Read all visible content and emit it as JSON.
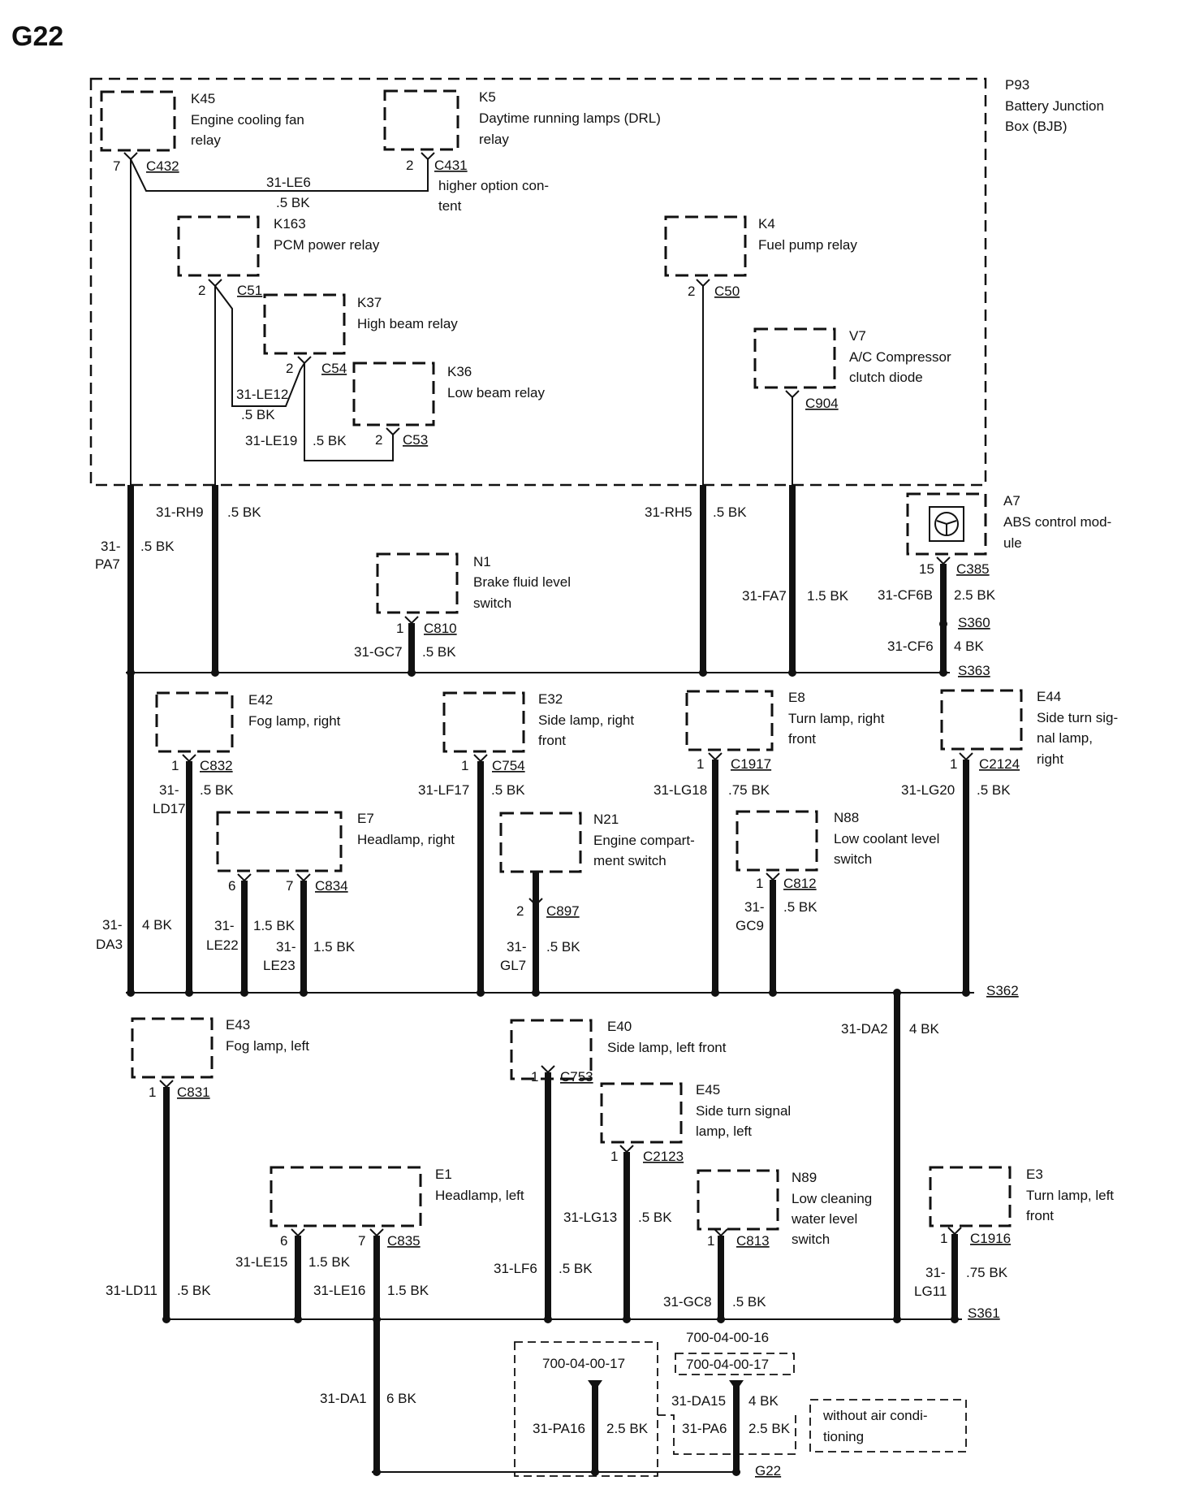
{
  "page": {
    "title": "G22"
  },
  "bjb": {
    "id": "P93",
    "name_line1": "Battery Junction",
    "name_line2": "Box (BJB)"
  },
  "components": {
    "k45": {
      "id": "K45",
      "line1": "Engine cooling fan",
      "line2": "relay",
      "pin": "7",
      "conn": "C432"
    },
    "k5": {
      "id": "K5",
      "line1": "Daytime running lamps (DRL)",
      "line2": "relay",
      "pin": "2",
      "conn": "C431"
    },
    "k163": {
      "id": "K163",
      "line1": "PCM power relay",
      "pin": "2",
      "conn": "C51"
    },
    "k4": {
      "id": "K4",
      "line1": "Fuel pump relay",
      "pin": "2",
      "conn": "C50"
    },
    "k37": {
      "id": "K37",
      "line1": "High beam relay",
      "pin": "2",
      "conn": "C54"
    },
    "k36": {
      "id": "K36",
      "line1": "Low beam relay",
      "pin": "2",
      "conn": "C53"
    },
    "v7": {
      "id": "V7",
      "line1": "A/C Compressor",
      "line2": "clutch diode",
      "conn": "C904"
    },
    "a7": {
      "id": "A7",
      "line1": "ABS control mod-",
      "line2": "ule",
      "pin": "15",
      "conn": "C385"
    },
    "n1": {
      "id": "N1",
      "line1": "Brake fluid level",
      "line2": "switch",
      "pin": "1",
      "conn": "C810"
    },
    "e42": {
      "id": "E42",
      "line1": "Fog lamp, right",
      "pin": "1",
      "conn": "C832"
    },
    "e32": {
      "id": "E32",
      "line1": "Side lamp, right",
      "line2": "front",
      "pin": "1",
      "conn": "C754"
    },
    "e8": {
      "id": "E8",
      "line1": "Turn lamp, right",
      "line2": "front",
      "pin": "1",
      "conn": "C1917"
    },
    "e44": {
      "id": "E44",
      "line1": "Side turn sig-",
      "line2": "nal lamp,",
      "line3": "right",
      "pin": "1",
      "conn": "C2124"
    },
    "e7": {
      "id": "E7",
      "line1": "Headlamp, right",
      "pin_a": "6",
      "pin_b": "7",
      "conn": "C834"
    },
    "n21": {
      "id": "N21",
      "line1": "Engine compart-",
      "line2": "ment switch",
      "pin": "2",
      "conn": "C897"
    },
    "n88": {
      "id": "N88",
      "line1": "Low coolant level",
      "line2": "switch",
      "pin": "1",
      "conn": "C812"
    },
    "e43": {
      "id": "E43",
      "line1": "Fog lamp, left",
      "pin": "1",
      "conn": "C831"
    },
    "e40": {
      "id": "E40",
      "line1": "Side lamp, left front",
      "pin": "1",
      "conn": "C753"
    },
    "e45": {
      "id": "E45",
      "line1": "Side turn signal",
      "line2": "lamp, left",
      "pin": "1",
      "conn": "C2123"
    },
    "e1": {
      "id": "E1",
      "line1": "Headlamp, left",
      "pin_a": "6",
      "pin_b": "7",
      "conn": "C835"
    },
    "n89": {
      "id": "N89",
      "line1": "Low cleaning",
      "line2": "water level",
      "line3": "switch",
      "pin": "1",
      "conn": "C813"
    },
    "e3": {
      "id": "E3",
      "line1": "Turn lamp, left",
      "line2": "front",
      "pin": "1",
      "conn": "C1916"
    }
  },
  "wires": {
    "le6": {
      "id": "31-LE6",
      "size": ".5 BK"
    },
    "higher_option": {
      "line1": "higher option con-",
      "line2": "tent"
    },
    "le12": {
      "id": "31-LE12",
      "size": ".5 BK"
    },
    "le19": {
      "id": "31-LE19",
      "size": ".5 BK"
    },
    "pa7": {
      "id_line1": "31-",
      "id_line2": "PA7",
      "size": ".5 BK"
    },
    "rh9": {
      "id": "31-RH9",
      "size": ".5 BK"
    },
    "rh5": {
      "id": "31-RH5",
      "size": ".5 BK"
    },
    "fa7": {
      "id": "31-FA7",
      "size": "1.5 BK"
    },
    "cf6b": {
      "id": "31-CF6B",
      "size": "2.5 BK"
    },
    "cf6": {
      "id": "31-CF6",
      "size": "4 BK"
    },
    "gc7": {
      "id": "31-GC7",
      "size": ".5 BK"
    },
    "ld17": {
      "id_line1": "31-",
      "id_line2": "LD17",
      "size": ".5 BK"
    },
    "lf17": {
      "id": "31-LF17",
      "size": ".5 BK"
    },
    "lg18": {
      "id": "31-LG18",
      "size": ".75 BK"
    },
    "lg20": {
      "id": "31-LG20",
      "size": ".5 BK"
    },
    "da3": {
      "id_line1": "31-",
      "id_line2": "DA3",
      "size": "4 BK"
    },
    "le22": {
      "id_line1": "31-",
      "id_line2": "LE22",
      "size": "1.5 BK"
    },
    "le23": {
      "id_line1": "31-",
      "id_line2": "LE23",
      "size": "1.5 BK"
    },
    "gl7": {
      "id_line1": "31-",
      "id_line2": "GL7",
      "size": ".5 BK"
    },
    "gc9": {
      "id_line1": "31-",
      "id_line2": "GC9",
      "size": ".5 BK"
    },
    "da2": {
      "id": "31-DA2",
      "size": "4 BK"
    },
    "lg13": {
      "id": "31-LG13",
      "size": ".5 BK"
    },
    "le15": {
      "id": "31-LE15",
      "size": "1.5 BK"
    },
    "le16": {
      "id": "31-LE16",
      "size": "1.5 BK"
    },
    "ld11": {
      "id": "31-LD11",
      "size": ".5 BK"
    },
    "lf6": {
      "id": "31-LF6",
      "size": ".5 BK"
    },
    "gc8": {
      "id": "31-GC8",
      "size": ".5 BK"
    },
    "lg11": {
      "id_line1": "31-",
      "id_line2": "LG11",
      "size": ".75 BK"
    },
    "da1": {
      "id": "31-DA1",
      "size": "6 BK"
    },
    "pa16": {
      "id": "31-PA16",
      "size": "2.5 BK"
    },
    "da15": {
      "id": "31-DA15",
      "size": "4 BK"
    },
    "pa6": {
      "id": "31-PA6",
      "size": "2.5 BK"
    }
  },
  "splices": {
    "s360": "S360",
    "s363": "S363",
    "s362": "S362",
    "s361": "S361"
  },
  "ground": "G22",
  "refs": {
    "ref1": "700-04-00-17",
    "ref2": "700-04-00-16",
    "ref3": "700-04-00-17"
  },
  "note": {
    "line1": "without air condi-",
    "line2": "tioning"
  }
}
